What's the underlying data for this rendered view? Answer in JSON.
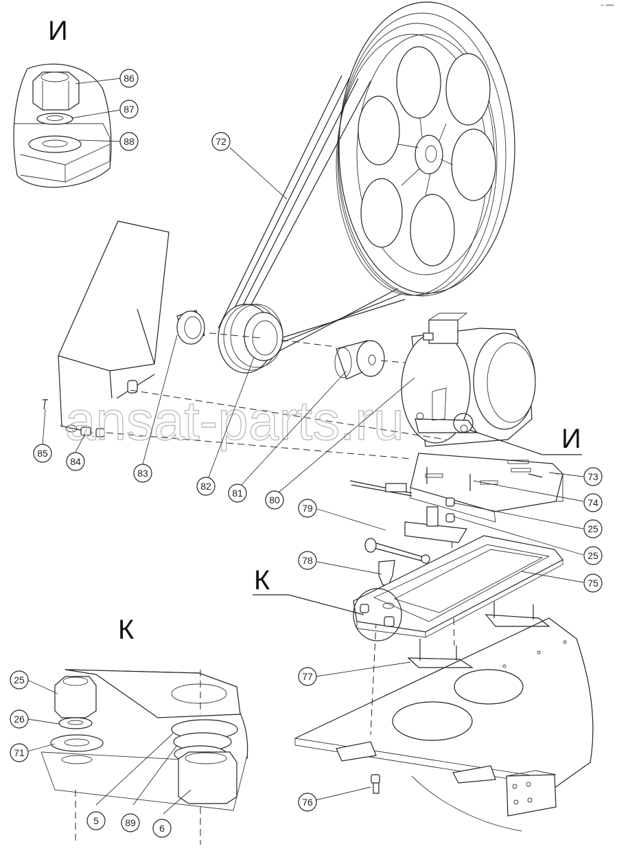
{
  "watermark": "ansat-parts.ru",
  "corner_mark": "⌐ ∞∞",
  "views": {
    "detail_i": "И",
    "detail_k": "К",
    "main_i": "И",
    "main_k": "К"
  },
  "callouts": {
    "c86": "86",
    "c87": "87",
    "c88": "88",
    "c72": "72",
    "c73": "73",
    "c74": "74",
    "c25a": "25",
    "c25b": "25",
    "c75": "75",
    "c79": "79",
    "c78": "78",
    "c77": "77",
    "c76": "76",
    "c85": "85",
    "c84": "84",
    "c83": "83",
    "c82": "82",
    "c81": "81",
    "c80": "80",
    "k25": "25",
    "k26": "26",
    "k71": "71",
    "k5": "5",
    "k89": "89",
    "k6": "6"
  }
}
